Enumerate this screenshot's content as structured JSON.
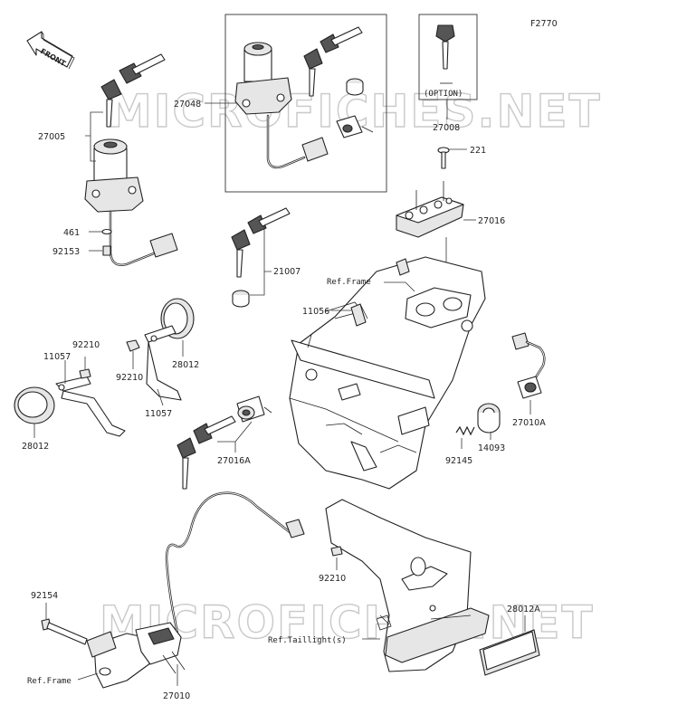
{
  "figure_code": "F2770",
  "front_label": "FRONT",
  "watermark_text": "MICROFICHES.NET",
  "option_label": "(OPTION)",
  "callouts": {
    "p27005": "27005",
    "p461": "461",
    "p92153": "92153",
    "p27048": "27048",
    "p27008": "27008",
    "p221": "221",
    "p27016": "27016",
    "p21007": "21007",
    "ref_frame_top": "Ref.Frame",
    "p11056": "11056",
    "p92210_a": "92210",
    "p11057_a": "11057",
    "p92210_b": "92210",
    "p28012_a": "28012",
    "p11057_b": "11057",
    "p28012_b": "28012",
    "p27016a": "27016A",
    "p27010a": "27010A",
    "p14093": "14093",
    "p92145": "92145",
    "p92210_c": "92210",
    "p92154": "92154",
    "p28012a": "28012A",
    "ref_taillight": "Ref.Taillight(s)",
    "ref_frame_bottom": "Ref.Frame",
    "p27010": "27010"
  }
}
